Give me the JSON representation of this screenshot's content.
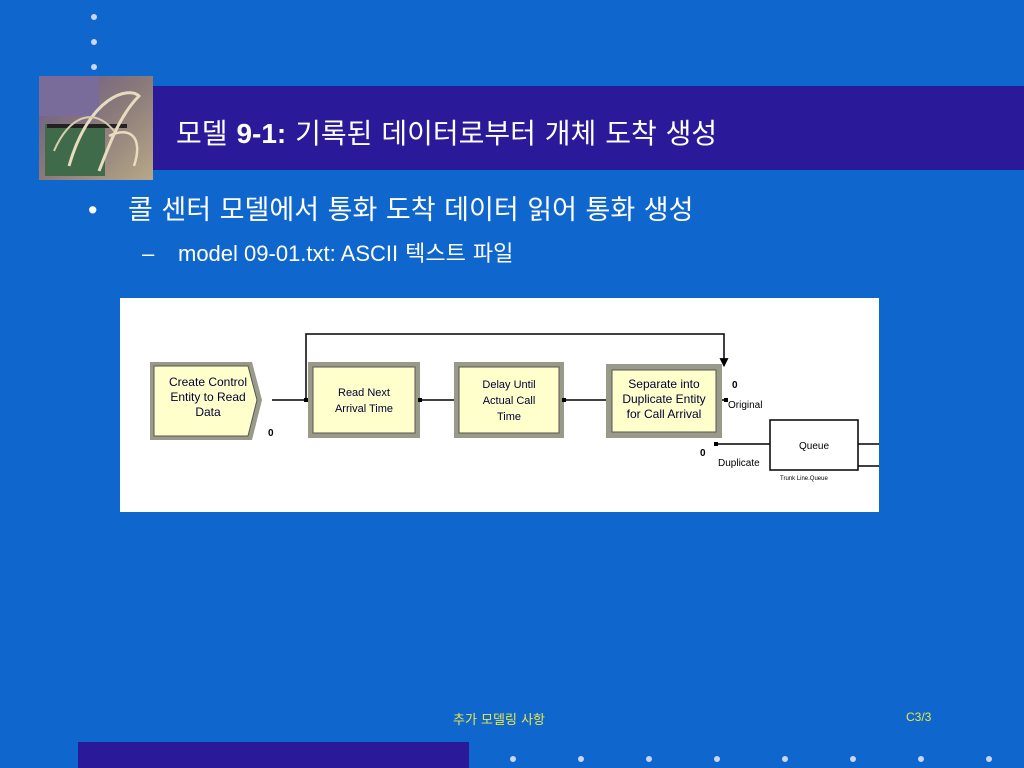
{
  "slide": {
    "title_num": "9-1:",
    "title_prefix": "모델",
    "title_rest": "기록된 데이터로부터 개체 도착 생성",
    "bullet1_mark": "•",
    "bullet1_text": "콜 센터 모델에서 통화 도착 데이터 읽어 통화 생성",
    "bullet2_mark": "–",
    "bullet2_en": "model 09-01.txt: ASCII",
    "bullet2_ko": "텍스트 파일",
    "footer_center": "추가 모델링 사항",
    "footer_right": "C3/3"
  },
  "diagram": {
    "create_label_1": "Create Control",
    "create_label_2": "Entity to Read",
    "create_label_3": "Data",
    "read_label_1": "Read Next",
    "read_label_2": "Arrival Time",
    "delay_label_1": "Delay Until",
    "delay_label_2": "Actual Call",
    "delay_label_3": "Time",
    "sep_label_1": "Separate into",
    "sep_label_2": "Duplicate Entity",
    "sep_label_3": "for Call Arrival",
    "original_label": "Original",
    "duplicate_label": "Duplicate",
    "queue_label": "Queue",
    "queue_sub": "Trunk Line.Queue",
    "zero": "0"
  },
  "colors": {
    "background": "#0f66cc",
    "band": "#2a1a9a",
    "footer_text": "#e8e84a",
    "module_fill": "#ffffcc"
  }
}
